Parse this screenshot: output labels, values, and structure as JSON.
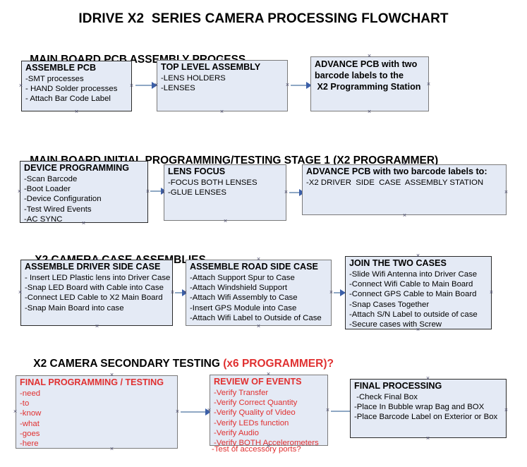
{
  "title": "IDRIVE X2  SERIES CAMERA PROCESSING FLOWCHART",
  "colors": {
    "box_fill": "#E4EAF5",
    "box_border": "#2A2A2A",
    "box_border_gray": "#7A7A7A",
    "text_black": "#000000",
    "text_red": "#E03030",
    "connector_line": "#8FA8C4",
    "connector_head": "#3B5FA8",
    "page_background": "#FFFFFF"
  },
  "sections": [
    {
      "heading": "MAIN BOARD PCB ASSEMBLY PROCESS",
      "heading_accent": "",
      "nodes": [
        {
          "title": "ASSEMBLE PCB",
          "items": [
            "-SMT processes",
            "- HAND Solder processes",
            "- Attach Bar Code Label"
          ],
          "bold_items": false,
          "color": "black"
        },
        {
          "title": "TOP LEVEL ASSEMBLY",
          "items": [
            "-LENS HOLDERS",
            "-LENSES"
          ],
          "bold_items": false,
          "color": "black"
        },
        {
          "title": "ADVANCE PCB with two",
          "items": [
            "barcode labels to the",
            " X2 Programming Station"
          ],
          "bold_items": true,
          "color": "black"
        }
      ]
    },
    {
      "heading": "MAIN BOARD INITIAL PROGRAMMING/TESTING STAGE 1 (X2 PROGRAMMER)",
      "heading_accent": "",
      "nodes": [
        {
          "title": "DEVICE PROGRAMMING",
          "items": [
            "-Scan Barcode",
            "-Boot Loader",
            "-Device Configuration",
            "-Test Wired Events",
            "-AC SYNC"
          ],
          "bold_items": false,
          "color": "black"
        },
        {
          "title": "LENS FOCUS",
          "items": [
            "-FOCUS BOTH LENSES",
            "-GLUE LENSES"
          ],
          "bold_items": false,
          "color": "black"
        },
        {
          "title": "ADVANCE PCB with two barcode labels to:",
          "items": [
            "-X2 DRIVER  SIDE  CASE  ASSEMBLY STATION"
          ],
          "bold_items": false,
          "color": "black"
        }
      ]
    },
    {
      "heading": "X2 CAMERA CASE ASSEMBLIES",
      "heading_accent": "",
      "nodes": [
        {
          "title": "ASSEMBLE DRIVER SIDE CASE",
          "items": [
            "- Insert LED Plastic lens into Driver Case",
            "-Snap LED Board with Cable into Case",
            "-Connect LED Cable to X2 Main Board",
            "-Snap Main Board into case"
          ],
          "bold_items": false,
          "color": "black"
        },
        {
          "title": "ASSEMBLE ROAD SIDE CASE",
          "items": [
            "-Attach Support Spur to Case",
            "-Attach Windshield Support",
            "-Attach Wifi Assembly to Case",
            "-Insert GPS Module into Case",
            "-Attach Wifi Label to Outside of Case"
          ],
          "bold_items": false,
          "color": "black"
        },
        {
          "title": "JOIN THE TWO CASES",
          "items": [
            "-Slide Wifi Antenna into Driver Case",
            "-Connect Wifi Cable to Main Board",
            "-Connect GPS Cable to Main Board",
            "-Snap Cases Together",
            "-Attach S/N Label to outside of case",
            "-Secure cases with Screw"
          ],
          "bold_items": false,
          "color": "black"
        }
      ]
    },
    {
      "heading": "X2 CAMERA SECONDARY TESTING ",
      "heading_accent": "(x6 PROGRAMMER)?",
      "nodes": [
        {
          "title": "FINAL PROGRAMMING / TESTING",
          "items": [
            "-need",
            "-to",
            "-know",
            "-what",
            "-goes",
            "-here"
          ],
          "bold_items": false,
          "color": "red"
        },
        {
          "title": "REVIEW OF EVENTS",
          "items": [
            "-Verify Transfer",
            "-Verify Correct Quantity",
            "-Verify Quality of Video",
            "-Verify LEDs function",
            "-Verify Audio",
            "-Verify BOTH Accelerometers"
          ],
          "overflow_item": "-Test of accessory ports?",
          "bold_items": false,
          "color": "red"
        },
        {
          "title": "FINAL PROCESSING",
          "items": [
            " -Check Final Box",
            "-Place In Bubble wrap Bag and BOX",
            "-Place Barcode Label on Exterior or Box"
          ],
          "bold_items": false,
          "color": "black"
        }
      ]
    }
  ]
}
